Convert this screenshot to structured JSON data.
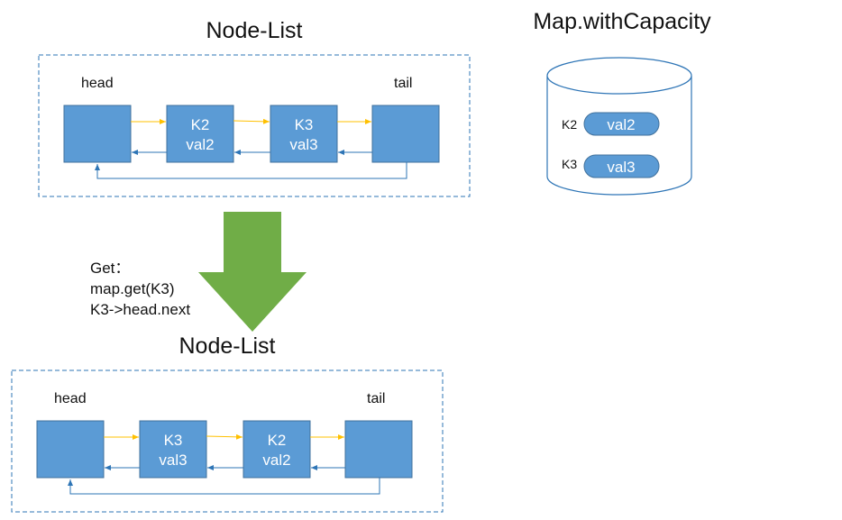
{
  "top_list": {
    "title": "Node-List",
    "head_label": "head",
    "tail_label": "tail",
    "nodes": [
      {
        "key": "",
        "val": ""
      },
      {
        "key": "K2",
        "val": "val2"
      },
      {
        "key": "K3",
        "val": "val3"
      },
      {
        "key": "",
        "val": ""
      }
    ]
  },
  "operation": {
    "line1": "Get：",
    "line2": "map.get(K3)",
    "line3": "K3->head.next"
  },
  "bottom_list": {
    "title": "Node-List",
    "head_label": "head",
    "tail_label": "tail",
    "nodes": [
      {
        "key": "",
        "val": ""
      },
      {
        "key": "K3",
        "val": "val3"
      },
      {
        "key": "K2",
        "val": "val2"
      },
      {
        "key": "",
        "val": ""
      }
    ]
  },
  "map": {
    "title": "Map.withCapacity",
    "entries": [
      {
        "key": "K2",
        "val": "val2"
      },
      {
        "key": "K3",
        "val": "val3"
      }
    ]
  },
  "colors": {
    "node_fill": "#5b9bd5",
    "node_stroke": "#41719c",
    "forward_arrow": "#ffc000",
    "back_arrow": "#2e75b6",
    "big_arrow": "#70ad47",
    "frame": "#2e75b6"
  }
}
